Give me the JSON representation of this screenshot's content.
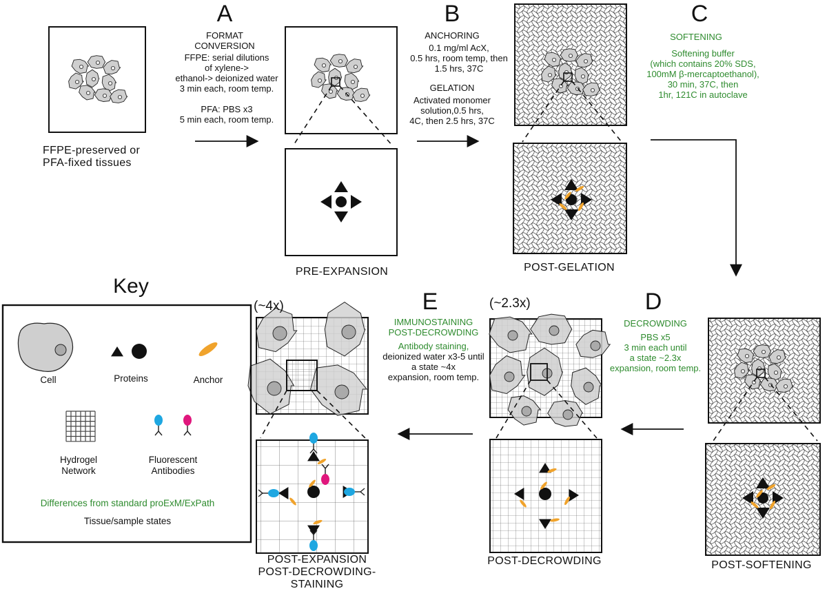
{
  "panels": {
    "A": {
      "letter": "A",
      "title": "FORMAT\nCONVERSION",
      "text": "FFPE: serial dilutions\nof xylene->\nethanol-> deionized water\n3 min each, room temp.\n\nPFA: PBS x3\n5 min each, room temp."
    },
    "B": {
      "letter": "B",
      "anchoring": "ANCHORING",
      "anchoring_text": "0.1 mg/ml AcX,\n0.5 hrs, room temp, then\n1.5 hrs, 37C",
      "gelation": "GELATION",
      "gelation_text": "Activated monomer\nsolution,0.5 hrs,\n4C, then 2.5 hrs, 37C"
    },
    "C": {
      "letter": "C",
      "title": "SOFTENING",
      "text": "Softening buffer\n(which contains 20% SDS,\n100mM  β-mercaptoethanol),\n30 min, 37C, then\n1hr, 121C in autoclave"
    },
    "D": {
      "letter": "D",
      "title": "DECROWDING",
      "text": "PBS x5\n3 min each until\na state ~2.3x\nexpansion, room temp."
    },
    "E": {
      "letter": "E",
      "title": "IMMUNOSTAINING\nPOST-DECROWDING",
      "text_green": "Antibody staining,",
      "text": "deionized water x3-5 until\na state ~4x\nexpansion, room temp."
    }
  },
  "start_label": "FFPE-preserved or\nPFA-fixed tissues",
  "states": {
    "pre_expansion": "PRE-EXPANSION",
    "post_gelation": "POST-GELATION",
    "post_softening": "POST-SOFTENING",
    "post_decrowding": "POST-DECROWDING",
    "post_expansion": "POST-EXPANSION\nPOST-DECROWDING-STAINING"
  },
  "factors": {
    "decrowding": "(~2.3x)",
    "expansion": "(~4x)"
  },
  "key": {
    "title": "Key",
    "cell": "Cell",
    "proteins": "Proteins",
    "anchor": "Anchor",
    "hydrogel": "Hydrogel\nNetwork",
    "antibodies": "Fluorescent\nAntibodies",
    "differences": "Differences from standard proExM/ExPath",
    "states": "Tissue/sample states"
  },
  "colors": {
    "green": "#2e8b2e",
    "cell_fill": "#cfcfcf",
    "anchor": "#f0a32c",
    "antibody_blue": "#1ea7e1",
    "antibody_magenta": "#e0177d"
  }
}
